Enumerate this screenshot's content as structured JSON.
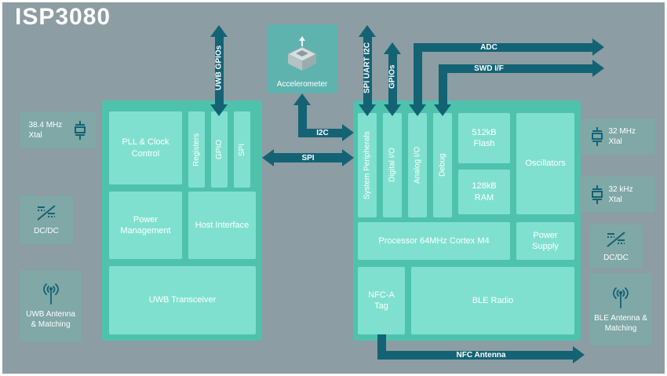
{
  "title": "ISP3080",
  "left_chip": {
    "pll": "PLL & Clock Control",
    "registers": "Registers",
    "gpio": "GPIO",
    "spi": "SPI",
    "power_management": "Power Management",
    "host_interface": "Host Interface",
    "uwb_transceiver": "UWB Transceiver"
  },
  "right_chip": {
    "system_peripherals": "System Peripherals",
    "digital_io": "Digital I/O",
    "analog_io": "Analog I/O",
    "debug": "Debug",
    "flash": "512kB Flash",
    "ram": "128kB RAM",
    "oscillators": "Oscillators",
    "processor": "Processor 64MHz Cortex M4",
    "power_supply": "Power Supply",
    "nfc_tag": "NFC-A Tag",
    "ble_radio": "BLE Radio"
  },
  "external": {
    "xtal_38_4": "38.4 MHz Xtal",
    "dcdc_left": "DC/DC",
    "uwb_antenna": "UWB Antenna & Matching",
    "accelerometer": "Accelerometer",
    "xtal_32m": "32 MHz Xtal",
    "xtal_32k": "32 kHz Xtal",
    "dcdc_right": "DC/DC",
    "ble_antenna": "BLE Antenna & Matching"
  },
  "connections": {
    "uwb_gpios": "UWB GPIOs",
    "spi_uart_i2c": "SPI UART I2C",
    "gpios": "GPIOs",
    "adc": "ADC",
    "swd_if": "SWD I/F",
    "i2c": "I2C",
    "spi": "SPI",
    "nfc_antenna": "NFC Antenna"
  },
  "icons": {
    "crystal": "crystal-icon",
    "dcdc": "dcdc-converter-icon",
    "antenna": "antenna-icon",
    "accelerometer": "accelerometer-icon"
  },
  "colors": {
    "background": "#8C9DA3",
    "chip": "#4FC2AE",
    "inner_block": "#80E0CF",
    "external_block": "#7FA8A6",
    "accelerometer_block": "#5FB3AF",
    "arrow": "#136374",
    "text": "#FFFFFF"
  }
}
